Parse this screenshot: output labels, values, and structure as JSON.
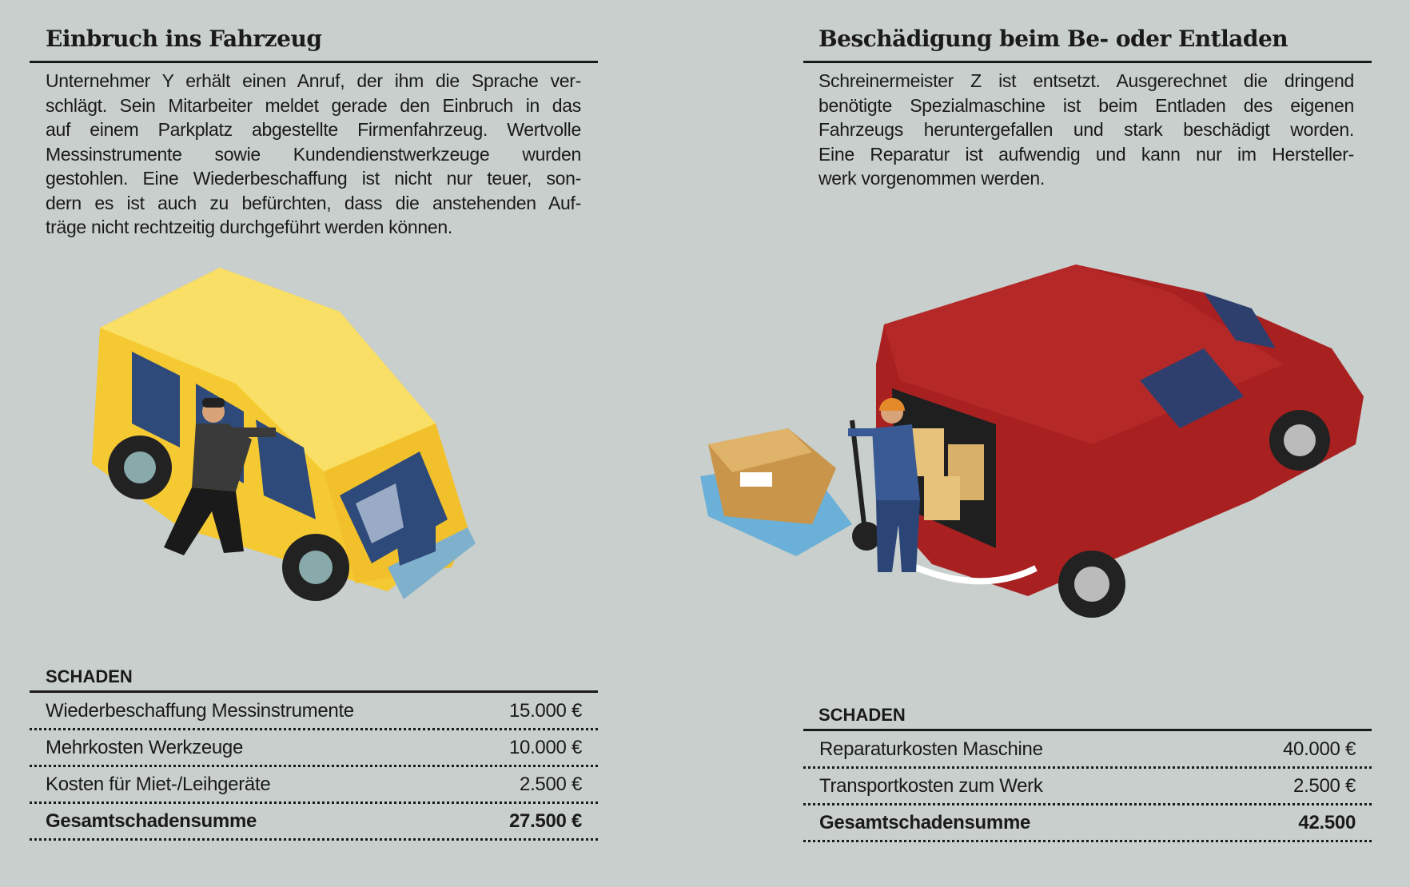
{
  "left": {
    "title": "Einbruch ins Fahrzeug",
    "body_lines": [
      "Unternehmer Y erhält einen Anruf, der ihm die Sprache ver-",
      "schlägt. Sein Mitarbeiter meldet gerade den Einbruch in das",
      "auf einem Parkplatz abgestellte Firmenfahrzeug. Wertvolle",
      "Messinstrumente sowie Kundendienstwerkzeuge wurden",
      "gestohlen. Eine Wiederbeschaffung ist nicht nur teuer, son-",
      "dern es ist auch zu befürchten, dass die anstehenden Auf-",
      "träge nicht rechtzeitig durchgeführt werden können."
    ],
    "schaden_label": "SCHADEN",
    "rows": [
      {
        "label": "Wiederbeschaffung Messinstrumente",
        "value": "15.000 €"
      },
      {
        "label": "Mehrkosten Werkzeuge",
        "value": "10.000 €"
      },
      {
        "label": "Kosten für Miet-/Leihgeräte",
        "value": "2.500 €"
      }
    ],
    "total": {
      "label": "Gesamtschadensumme",
      "value": "27.500 €"
    }
  },
  "right": {
    "title": "Beschädigung beim Be- oder Entladen",
    "body_lines": [
      "Schreinermeister Z ist entsetzt. Ausgerechnet die dringend",
      "benötigte Spezialmaschine ist beim Entladen des eigenen",
      "Fahrzeugs heruntergefallen und stark beschädigt worden.",
      "Eine Reparatur ist aufwendig und kann nur im Hersteller-",
      "werk vorgenommen werden."
    ],
    "schaden_label": "SCHADEN",
    "rows": [
      {
        "label": "Reparaturkosten Maschine",
        "value": "40.000 €"
      },
      {
        "label": "Transportkosten zum Werk",
        "value": "2.500 €"
      }
    ],
    "total": {
      "label": "Gesamtschadensumme",
      "value": "42.500"
    }
  },
  "colors": {
    "background": "#c8cfcc",
    "van": "#f5c932",
    "car": "#a82020",
    "text": "#1a1a1a"
  }
}
